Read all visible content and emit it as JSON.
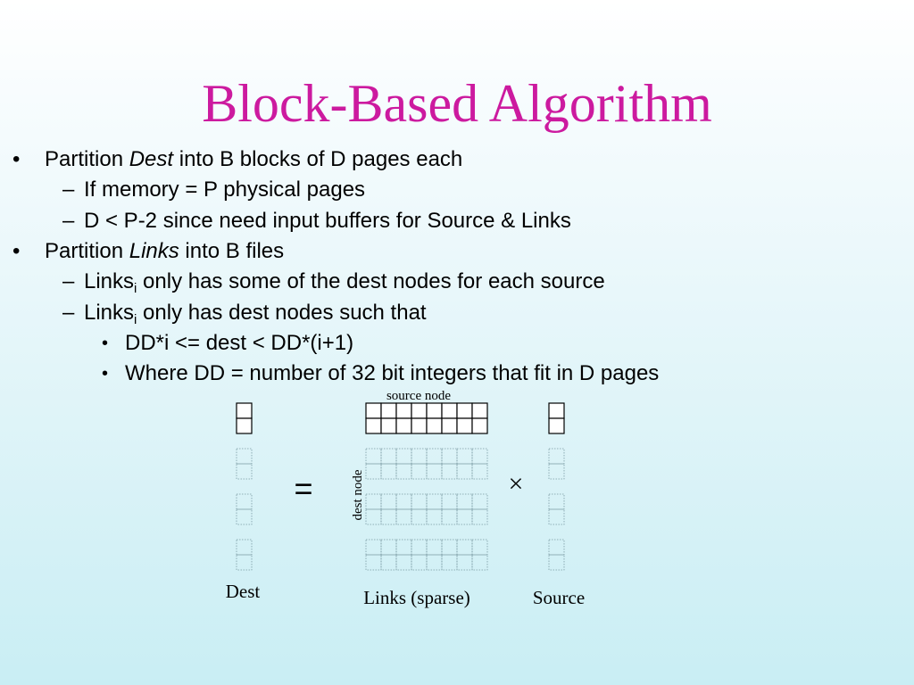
{
  "title": "Block-Based Algorithm",
  "bullets": {
    "b1": {
      "marker": "•",
      "pre": "Partition ",
      "em": "Dest",
      "post": " into B blocks of D pages each"
    },
    "b1a": {
      "marker": "–",
      "text": "If memory = P physical pages"
    },
    "b1b": {
      "marker": "–",
      "text": "D < P-2  since need input buffers for Source & Links"
    },
    "b2": {
      "marker": "•",
      "pre": "Partition ",
      "em": "Links",
      "post": " into B files"
    },
    "b2a": {
      "marker": "–",
      "pre": "Links",
      "sub": "i",
      "post": " only has some of the dest nodes for each source"
    },
    "b2b": {
      "marker": "–",
      "pre": "Links",
      "sub": "i",
      "post": " only has dest nodes such that"
    },
    "b2b1": {
      "marker": "•",
      "text": "DD*i <= dest < DD*(i+1)"
    },
    "b2b2": {
      "marker": "•",
      "text": "Where DD = number of 32 bit integers that fit in D pages"
    }
  },
  "diagram": {
    "source_node_label": "source node",
    "dest_node_label": "dest node",
    "equals": "=",
    "times": "×",
    "dest_label": "Dest",
    "links_label": "Links (sparse)",
    "source_label": "Source",
    "block_count": 4,
    "rows_per_block": 2,
    "links_columns": 8
  }
}
